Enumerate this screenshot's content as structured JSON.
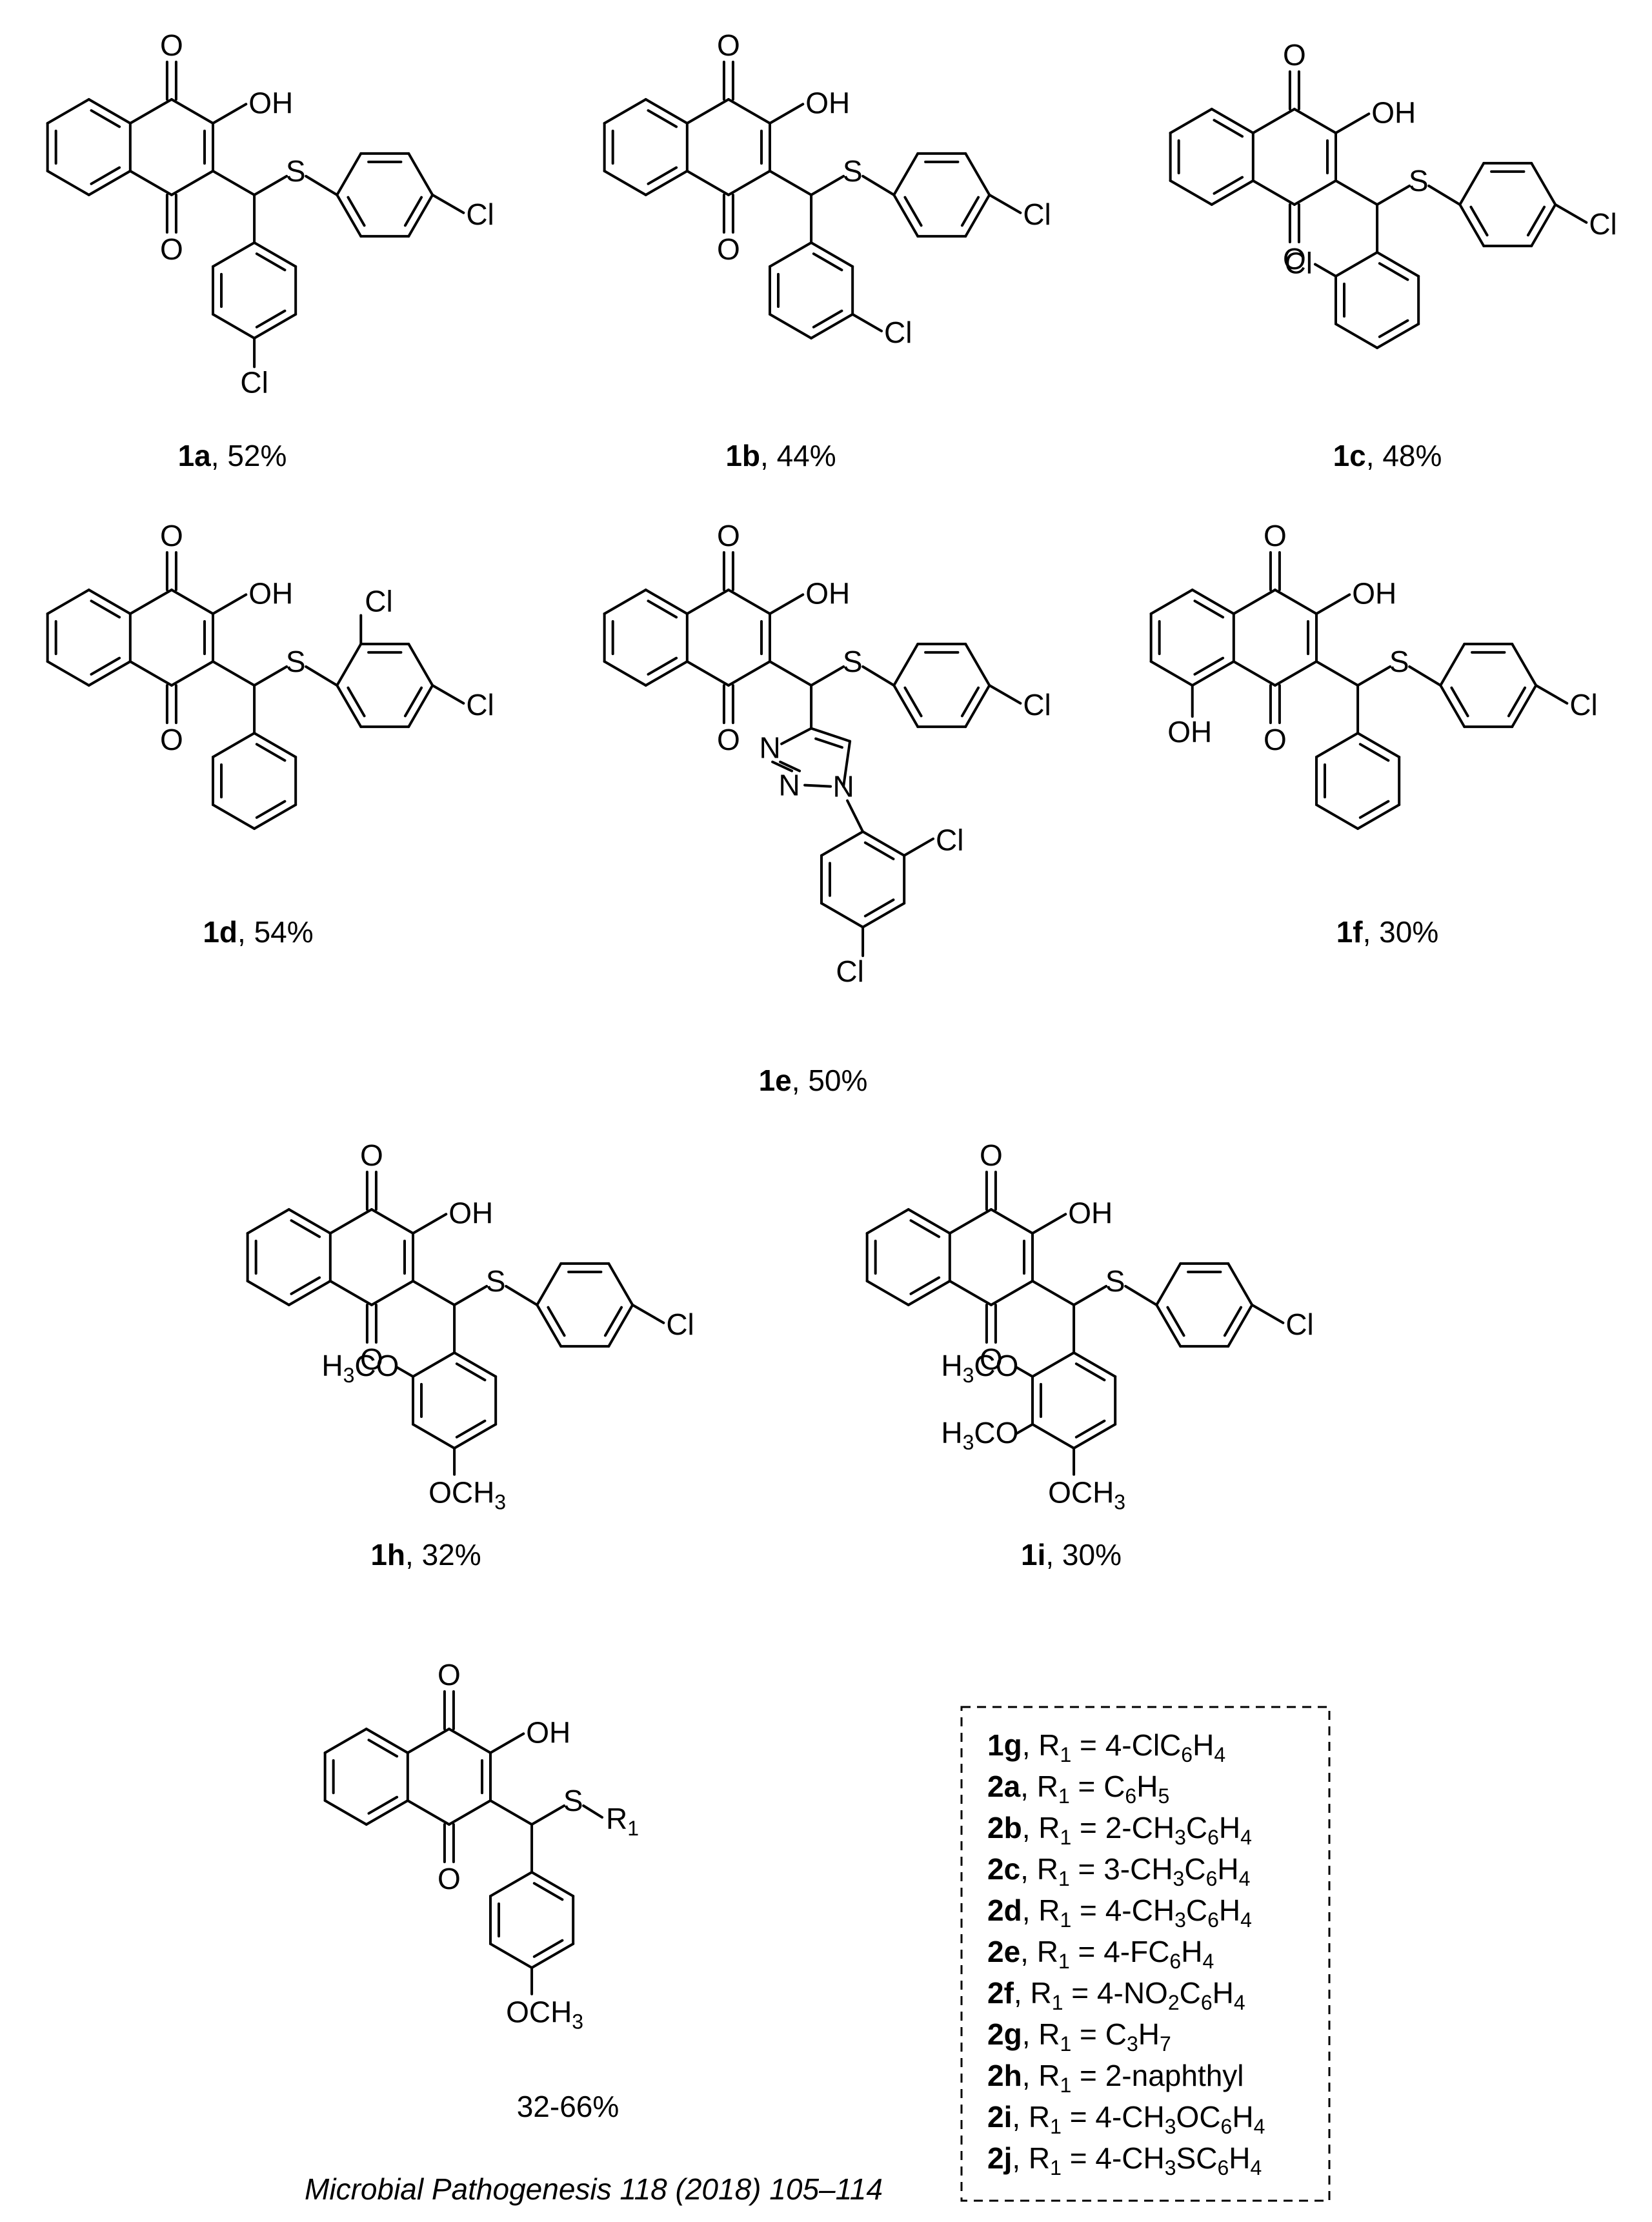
{
  "compounds": [
    {
      "id": "1a",
      "yield": ", 52%"
    },
    {
      "id": "1b",
      "yield": ", 44%"
    },
    {
      "id": "1c",
      "yield": ", 48%"
    },
    {
      "id": "1d",
      "yield": ", 54%"
    },
    {
      "id": "1e",
      "yield": ", 50%"
    },
    {
      "id": "1f",
      "yield": ", 30%"
    },
    {
      "id": "1h",
      "yield": ", 32%"
    },
    {
      "id": "1i",
      "yield": ", 30%"
    }
  ],
  "general": {
    "yield_range": "32-66%",
    "substituent": "R",
    "substituent_index": "1"
  },
  "atoms": {
    "O": "O",
    "OH": "OH",
    "S": "S",
    "Cl": "Cl",
    "N": "N",
    "H3C": "H",
    "three": "3",
    "CO": "CO",
    "OCH": "OCH"
  },
  "legend": [
    {
      "id": "1g",
      "text": "4-ClC6H4"
    },
    {
      "id": "2a",
      "text": "C6H5"
    },
    {
      "id": "2b",
      "text": "2-CH3C6H4"
    },
    {
      "id": "2c",
      "text": "3-CH3C6H4"
    },
    {
      "id": "2d",
      "text": "4-CH3C6H4"
    },
    {
      "id": "2e",
      "text": "4-FC6H4"
    },
    {
      "id": "2f",
      "text": "4-NO2C6H4"
    },
    {
      "id": "2g",
      "text": "C3H7"
    },
    {
      "id": "2h",
      "text": "2-naphthyl"
    },
    {
      "id": "2i",
      "text": "4-CH3OC6H4"
    },
    {
      "id": "2j",
      "text": "4-CH3SC6H4"
    }
  ],
  "legend_prefix": ", R",
  "legend_prefix_sub": "1",
  "legend_eq": " = ",
  "citation": "Microbial Pathogenesis 118 (2018) 105–114"
}
